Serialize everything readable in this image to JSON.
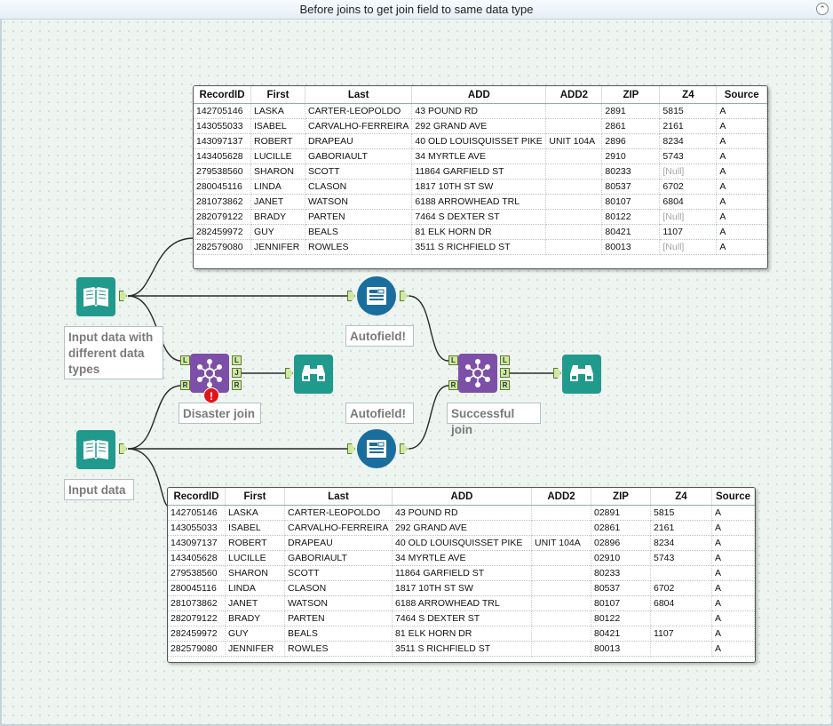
{
  "window": {
    "title": "Before joins to get join field to same data type",
    "collapse_icon": "chevron-up-icon"
  },
  "colors": {
    "input_tool": "#1f9a8c",
    "autofield_tool": "#1a6e9e",
    "join_tool": "#7d4fa8",
    "browse_tool": "#1f9a8c",
    "error_badge": "#e01616",
    "anchor": "#cfe9a3"
  },
  "tools": {
    "input1": {
      "icon": "book-icon",
      "label": "Input data with different data types"
    },
    "input2": {
      "icon": "book-icon",
      "label": "Input data"
    },
    "autofield1": {
      "icon": "autofield-icon",
      "label": "Autofield!"
    },
    "autofield2": {
      "icon": "autofield-icon",
      "label": "Autofield!"
    },
    "join1": {
      "icon": "join-icon",
      "label": "Disaster join",
      "error": "!",
      "anchors": [
        "L",
        "J",
        "R",
        "L",
        "R"
      ]
    },
    "join2": {
      "icon": "join-icon",
      "label": "Successful join",
      "anchors": [
        "L",
        "J",
        "R",
        "L",
        "R"
      ]
    },
    "browse1": {
      "icon": "binoculars-icon"
    },
    "browse2": {
      "icon": "binoculars-icon"
    }
  },
  "browse_top": {
    "columns": [
      "RecordID",
      "First",
      "Last",
      "ADD",
      "ADD2",
      "ZIP",
      "Z4",
      "Source"
    ],
    "rows": [
      [
        "142705146",
        "LASKA",
        "CARTER-LEOPOLDO",
        "43 POUND RD",
        "",
        "2891",
        "5815",
        "A"
      ],
      [
        "143055033",
        "ISABEL",
        "CARVALHO-FERREIRA",
        "292 GRAND AVE",
        "",
        "2861",
        "2161",
        "A"
      ],
      [
        "143097137",
        "ROBERT",
        "DRAPEAU",
        "40 OLD LOUISQUISSET PIKE",
        "UNIT 104A",
        "2896",
        "8234",
        "A"
      ],
      [
        "143405628",
        "LUCILLE",
        "GABORIAULT",
        "34 MYRTLE AVE",
        "",
        "2910",
        "5743",
        "A"
      ],
      [
        "279538560",
        "SHARON",
        "SCOTT",
        "11864 GARFIELD ST",
        "",
        "80233",
        "[Null]",
        "A"
      ],
      [
        "280045116",
        "LINDA",
        "CLASON",
        "1817 10TH ST SW",
        "",
        "80537",
        "6702",
        "A"
      ],
      [
        "281073862",
        "JANET",
        "WATSON",
        "6188 ARROWHEAD TRL",
        "",
        "80107",
        "6804",
        "A"
      ],
      [
        "282079122",
        "BRADY",
        "PARTEN",
        "7464 S DEXTER ST",
        "",
        "80122",
        "[Null]",
        "A"
      ],
      [
        "282459972",
        "GUY",
        "BEALS",
        "81 ELK HORN DR",
        "",
        "80421",
        "1107",
        "A"
      ],
      [
        "282579080",
        "JENNIFER",
        "ROWLES",
        "3511 S RICHFIELD ST",
        "",
        "80013",
        "[Null]",
        "A"
      ]
    ]
  },
  "browse_bottom": {
    "columns": [
      "RecordID",
      "First",
      "Last",
      "ADD",
      "ADD2",
      "ZIP",
      "Z4",
      "Source"
    ],
    "rows": [
      [
        "142705146",
        "LASKA",
        "CARTER-LEOPOLDO",
        "43 POUND RD",
        "",
        "02891",
        "5815",
        "A"
      ],
      [
        "143055033",
        "ISABEL",
        "CARVALHO-FERREIRA",
        "292 GRAND AVE",
        "",
        "02861",
        "2161",
        "A"
      ],
      [
        "143097137",
        "ROBERT",
        "DRAPEAU",
        "40 OLD LOUISQUISSET PIKE",
        "UNIT 104A",
        "02896",
        "8234",
        "A"
      ],
      [
        "143405628",
        "LUCILLE",
        "GABORIAULT",
        "34 MYRTLE AVE",
        "",
        "02910",
        "5743",
        "A"
      ],
      [
        "279538560",
        "SHARON",
        "SCOTT",
        "11864 GARFIELD ST",
        "",
        "80233",
        "",
        "A"
      ],
      [
        "280045116",
        "LINDA",
        "CLASON",
        "1817 10TH ST SW",
        "",
        "80537",
        "6702",
        "A"
      ],
      [
        "281073862",
        "JANET",
        "WATSON",
        "6188 ARROWHEAD TRL",
        "",
        "80107",
        "6804",
        "A"
      ],
      [
        "282079122",
        "BRADY",
        "PARTEN",
        "7464 S DEXTER ST",
        "",
        "80122",
        "",
        "A"
      ],
      [
        "282459972",
        "GUY",
        "BEALS",
        "81 ELK HORN DR",
        "",
        "80421",
        "1107",
        "A"
      ],
      [
        "282579080",
        "JENNIFER",
        "ROWLES",
        "3511 S RICHFIELD ST",
        "",
        "80013",
        "",
        "A"
      ]
    ]
  }
}
